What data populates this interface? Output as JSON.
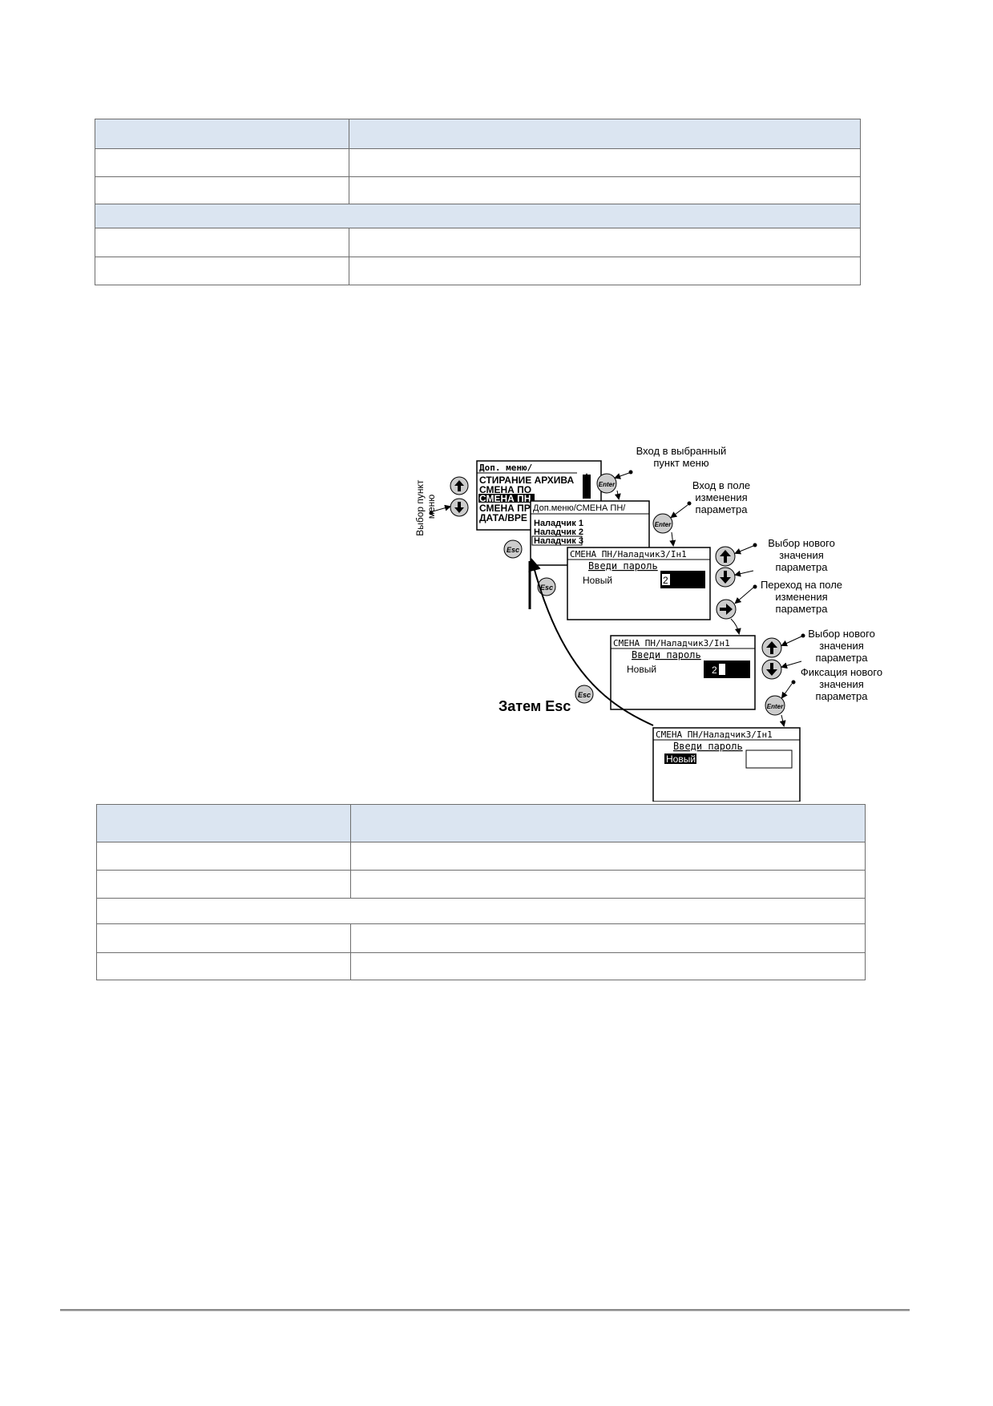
{
  "table_top": {
    "header": [
      "",
      ""
    ],
    "rows": [
      [
        "",
        ""
      ],
      [
        "",
        ""
      ]
    ],
    "section_row": "",
    "rows2": [
      [
        "",
        ""
      ],
      [
        "",
        ""
      ]
    ]
  },
  "diagram": {
    "menu_title": "Доп. меню/",
    "menu_items": [
      "СТИРАНИЕ АРХИВА",
      "СМЕНА ПО",
      "СМЕНА ПН",
      "СМЕНА ПР",
      "ДАТА/ВРЕ"
    ],
    "submenu_title": "Доп.меню/СМЕНА ПН/",
    "submenu_items": [
      "Наладчик 1",
      "Наладчик 2",
      "Наладчик 3"
    ],
    "screen_title": "СМЕНА ПН/Наладчик3/Iн1",
    "prompt": "Введи пароль",
    "field_label": "Новый",
    "value1": "2",
    "value2": "2",
    "buttons": {
      "enter": "Enter",
      "esc": "Esc"
    },
    "labels": {
      "select_menu_item": "Выбор пункт меню",
      "enter_selected": "Вход в выбранный пункт меню",
      "enter_field": "Вход в поле изменения параметра",
      "select_new_value": "Выбор нового значения параметра",
      "move_to_field": "Переход на поле изменения параметра",
      "select_new_value2": "Выбор нового значения параметра",
      "fix_new_value": "Фиксация нового значения параметра",
      "then_esc": "Затем Esc"
    },
    "icons": [
      "arrow-up-icon",
      "arrow-down-icon",
      "arrow-right-icon",
      "enter-button-icon",
      "esc-button-icon"
    ]
  },
  "table_bottom": {
    "header": [
      "",
      ""
    ],
    "rows": [
      [
        "",
        ""
      ],
      [
        "",
        ""
      ]
    ],
    "section_row": "",
    "rows2": [
      [
        "",
        ""
      ],
      [
        "",
        ""
      ]
    ]
  },
  "colors": {
    "header_fill": "#dbe5f1",
    "border": "#6e6e6e"
  }
}
